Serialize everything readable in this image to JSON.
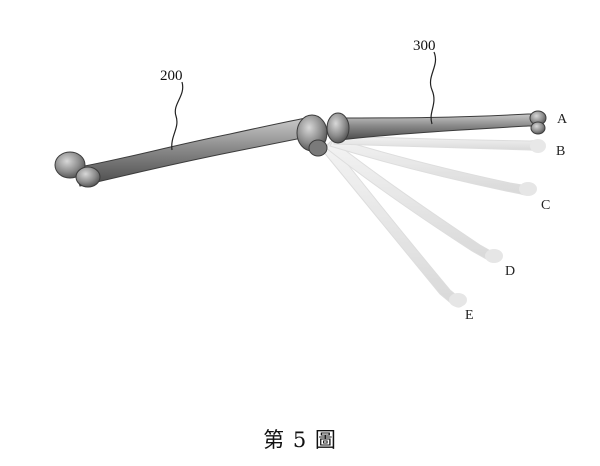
{
  "figure": {
    "caption": "第 5 圖",
    "reference_numerals": {
      "upper_bone": "200",
      "forearm_bone": "300"
    },
    "positions": [
      "A",
      "B",
      "C",
      "D",
      "E"
    ]
  },
  "colors": {
    "bone_dark": "#5e5e5e",
    "bone_light": "#b0b0b0",
    "ghost_bone": "#dcdcdc",
    "leader_line": "#222222",
    "text": "#111111"
  }
}
